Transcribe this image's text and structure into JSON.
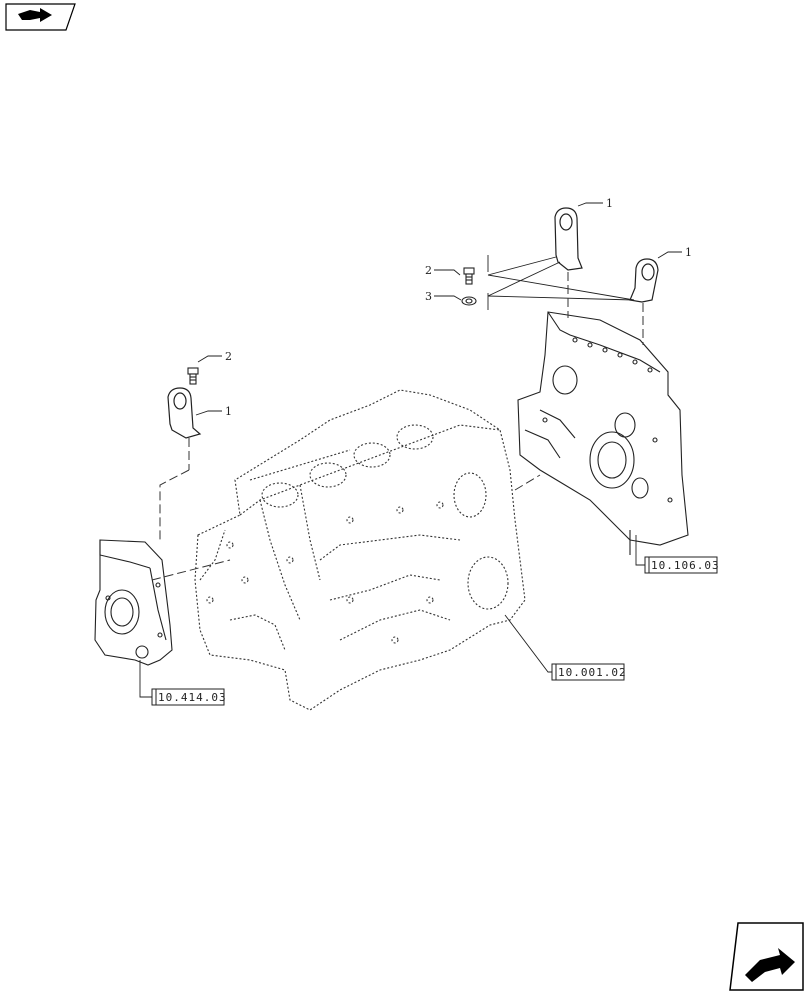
{
  "callouts": {
    "c1_top": "1",
    "c1_right": "1",
    "c2_right": "2",
    "c3_right": "3",
    "c2_left": "2",
    "c1_left": "1"
  },
  "references": {
    "ref_front_cover": "10.106.03",
    "ref_block": "10.001.02",
    "ref_housing": "10.414.03"
  },
  "icons": {
    "top_left": "prev-page-arrow-icon",
    "bottom_right": "next-page-arrow-icon"
  }
}
